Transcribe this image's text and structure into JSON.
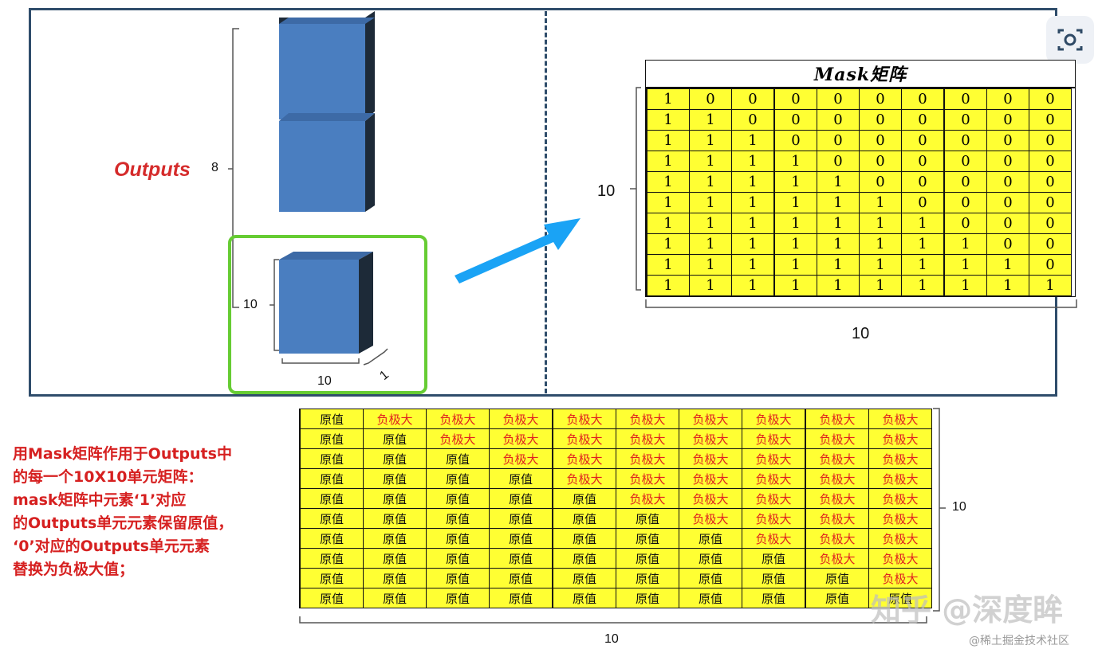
{
  "outputs_diagram": {
    "label": "Outputs",
    "stack_height_label": "8",
    "unit_height_label": "10",
    "unit_width_label": "10",
    "unit_depth_label": "1"
  },
  "mask_matrix": {
    "title": "Mask矩阵",
    "row_count_label": "10",
    "col_count_label": "10",
    "rows": [
      [
        "1",
        "0",
        "0",
        "0",
        "0",
        "0",
        "0",
        "0",
        "0",
        "0"
      ],
      [
        "1",
        "1",
        "0",
        "0",
        "0",
        "0",
        "0",
        "0",
        "0",
        "0"
      ],
      [
        "1",
        "1",
        "1",
        "0",
        "0",
        "0",
        "0",
        "0",
        "0",
        "0"
      ],
      [
        "1",
        "1",
        "1",
        "1",
        "0",
        "0",
        "0",
        "0",
        "0",
        "0"
      ],
      [
        "1",
        "1",
        "1",
        "1",
        "1",
        "0",
        "0",
        "0",
        "0",
        "0"
      ],
      [
        "1",
        "1",
        "1",
        "1",
        "1",
        "1",
        "0",
        "0",
        "0",
        "0"
      ],
      [
        "1",
        "1",
        "1",
        "1",
        "1",
        "1",
        "1",
        "0",
        "0",
        "0"
      ],
      [
        "1",
        "1",
        "1",
        "1",
        "1",
        "1",
        "1",
        "1",
        "0",
        "0"
      ],
      [
        "1",
        "1",
        "1",
        "1",
        "1",
        "1",
        "1",
        "1",
        "1",
        "0"
      ],
      [
        "1",
        "1",
        "1",
        "1",
        "1",
        "1",
        "1",
        "1",
        "1",
        "1"
      ]
    ]
  },
  "output_matrix": {
    "keep_label": "原值",
    "neg_label": "负极大",
    "row_count_label": "10",
    "col_count_label": "10"
  },
  "caption_lines": [
    "用Mask矩阵作用于Outputs中",
    "的每一个10X10单元矩阵：",
    "mask矩阵中元素‘1’对应",
    "的Outputs单元元素保留原值，",
    "‘0’对应的Outputs单元元素",
    "替换为负极大值；"
  ],
  "watermarks": {
    "zhihu": "知乎 @深度眸",
    "juejin": "@稀土掘金技术社区"
  },
  "colors": {
    "cube_front": "#4a7ec0",
    "cube_side": "#1d2a38",
    "arrow": "#1aa3f5",
    "highlight": "#66cc33",
    "cell_fill": "#ffff33",
    "caption": "#d62020"
  }
}
